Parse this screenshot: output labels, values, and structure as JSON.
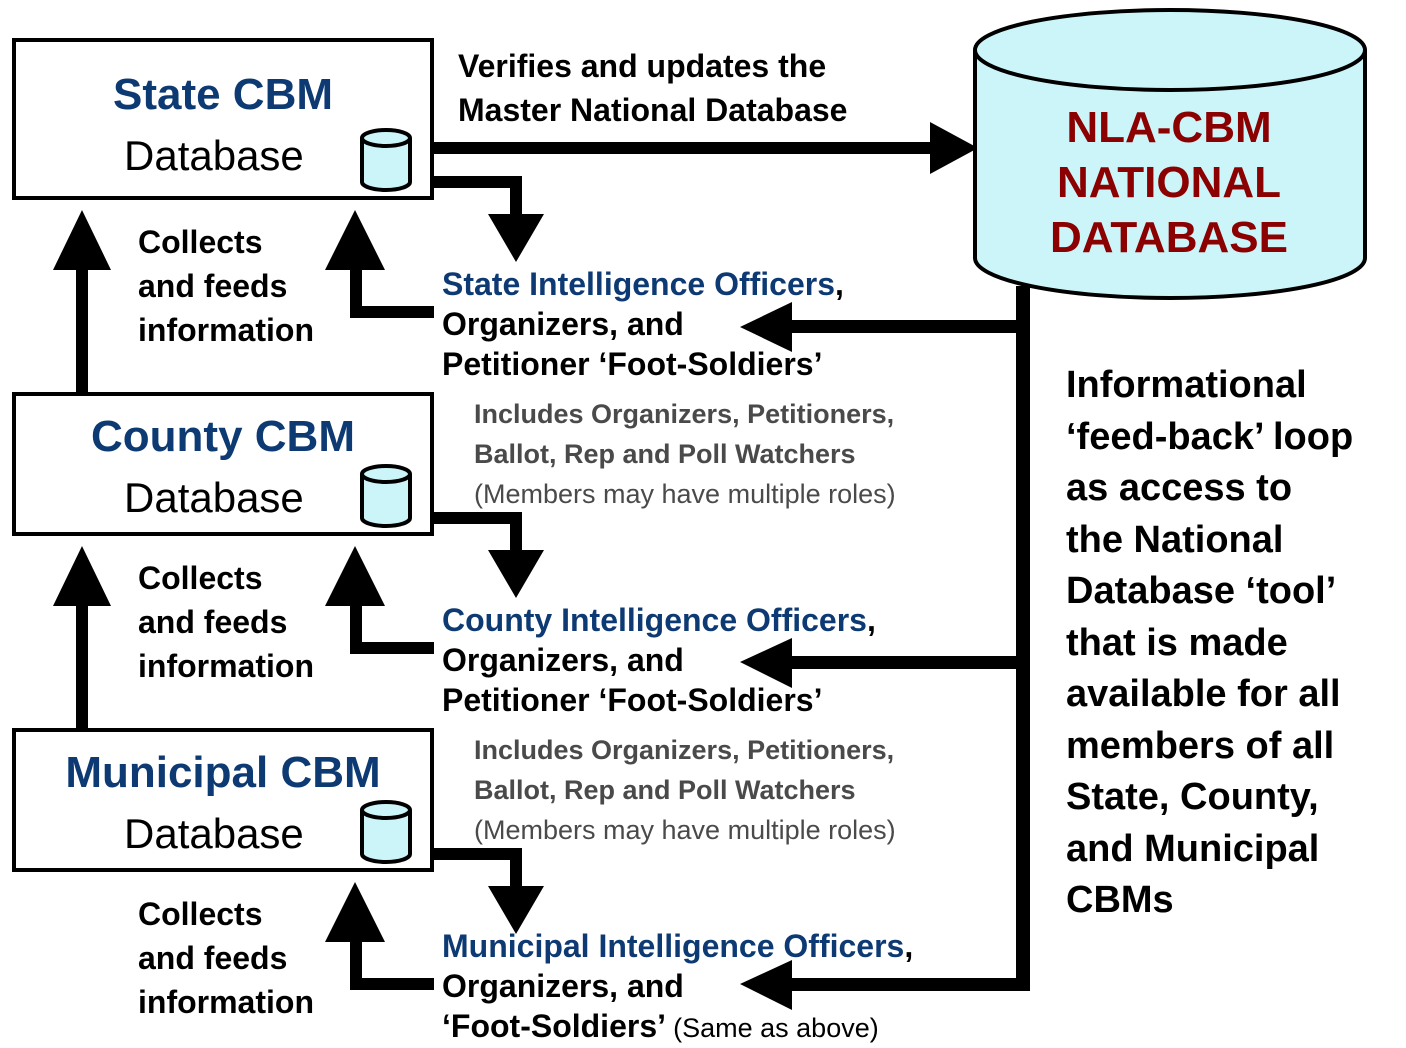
{
  "state_box": {
    "title": "State CBM",
    "subtitle": "Database"
  },
  "county_box": {
    "title": "County CBM",
    "subtitle": "Database"
  },
  "municipal_box": {
    "title": "Municipal CBM",
    "subtitle": "Database"
  },
  "national_db": {
    "line1": "NLA-CBM",
    "line2": "NATIONAL",
    "line3": "DATABASE"
  },
  "verify_label": {
    "line1": "Verifies and updates the",
    "line2": "Master National Database"
  },
  "collects_label": {
    "line1": "Collects",
    "line2": "and feeds",
    "line3": "information"
  },
  "state_officers": {
    "title": "State Intelligence Officers",
    "comma": ",",
    "line2": "Organizers, and",
    "line3": "Petitioner ‘Foot-Soldiers’",
    "inc1": "Includes Organizers, Petitioners,",
    "inc2": "Ballot, Rep and Poll Watchers",
    "inc3": "(Members may have multiple roles)"
  },
  "county_officers": {
    "title": "County Intelligence Officers",
    "comma": ",",
    "line2": "Organizers, and",
    "line3": "Petitioner ‘Foot-Soldiers’",
    "inc1": "Includes Organizers, Petitioners,",
    "inc2": "Ballot, Rep and Poll Watchers",
    "inc3": "(Members may have multiple roles)"
  },
  "municipal_officers": {
    "title": "Municipal Intelligence Officers",
    "comma": ",",
    "line2": "Organizers, and",
    "line3": "‘Foot-Soldiers’",
    "line3_note": "(Same as above)"
  },
  "feedback_note": [
    "Informational",
    "‘feed-back’ loop",
    "as access to",
    "the National",
    "Database ‘tool’",
    "that is made",
    "available for all",
    "members of all",
    "State, County,",
    "and Municipal",
    "CBMs"
  ],
  "colors": {
    "title_blue": "#0d3a73",
    "db_fill": "#ccf5fa",
    "db_text": "#8b0000",
    "note_grey": "#4a4a4a"
  }
}
